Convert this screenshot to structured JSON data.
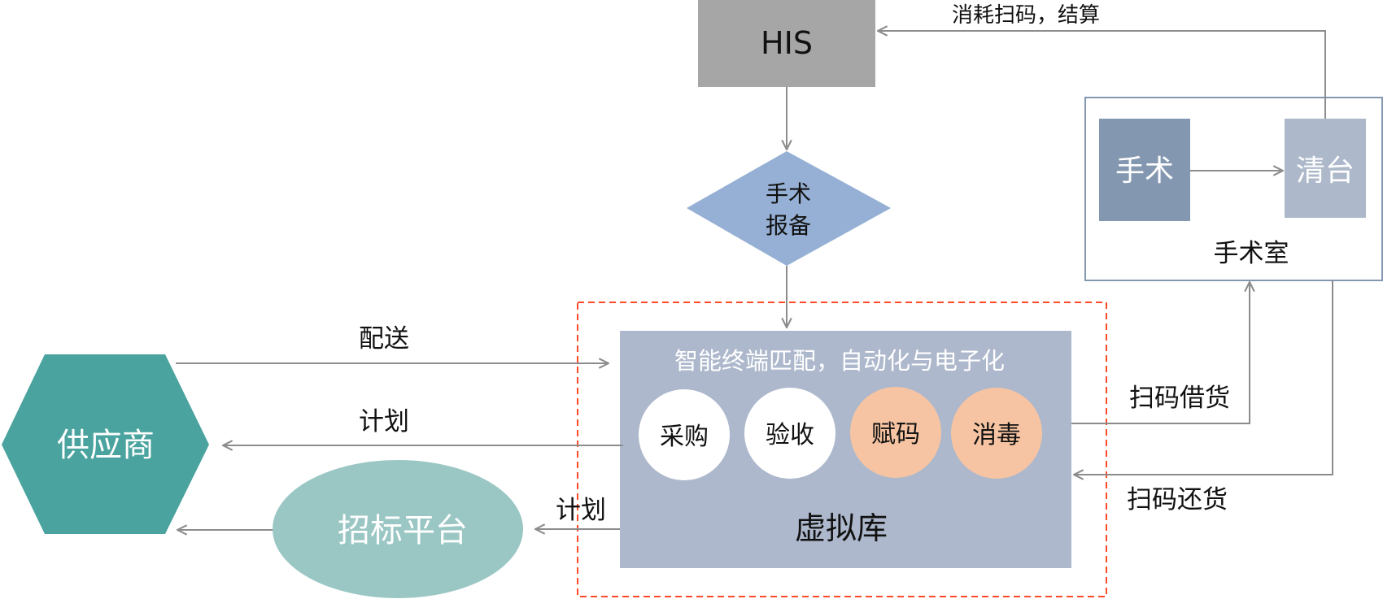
{
  "nodes": {
    "his": "HIS",
    "surgery_report_line1": "手术",
    "surgery_report_line2": "报备",
    "or_surgery": "手术",
    "or_cleanup": "清台",
    "or_room": "手术室",
    "virtual_subtitle": "智能终端匹配，自动化与电子化",
    "virtual_title": "虚拟库",
    "circle_purchase": "采购",
    "circle_inspect": "验收",
    "circle_code": "赋码",
    "circle_disinfect": "消毒",
    "supplier": "供应商",
    "bidding": "招标平台"
  },
  "edges": {
    "consume_settle": "消耗扫码，结算",
    "delivery": "配送",
    "plan_to_supplier": "计划",
    "plan_to_bidding": "计划",
    "borrow": "扫码借货",
    "return": "扫码还货"
  },
  "colors": {
    "his_fill": "#a6a6a6",
    "diamond_fill": "#95b0d4",
    "or_surgery_fill": "#8497b0",
    "or_cleanup_fill": "#adb9ca",
    "virtual_fill": "#adb8cc",
    "circle_white": "#ffffff",
    "circle_peach": "#f6c4a2",
    "supplier_fill": "#4aa39e",
    "bidding_fill": "#9ac7c4",
    "dashed_border": "#ff4a2a",
    "arrow": "#8c8c8c"
  }
}
